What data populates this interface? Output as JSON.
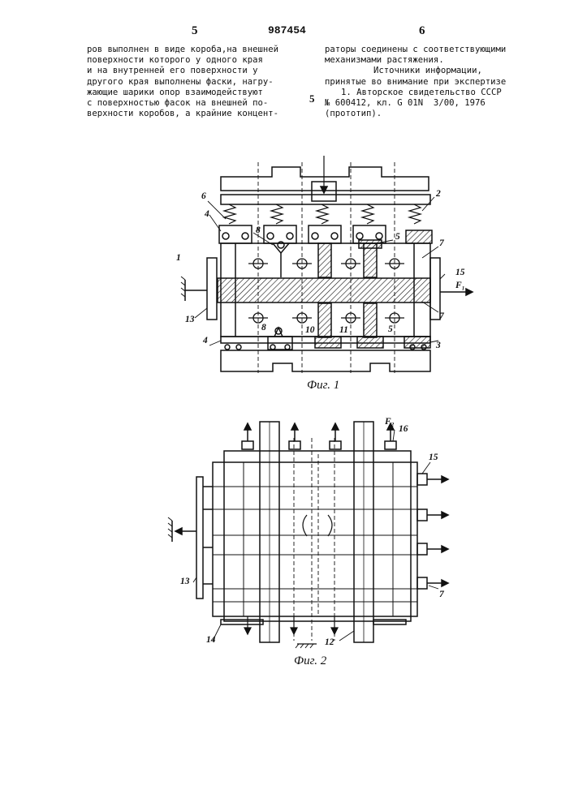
{
  "header": {
    "page_left": "5",
    "patent_number": "987454",
    "page_right": "6"
  },
  "left_column": [
    "ров выполнен в виде короба,на внешней",
    "поверхности которого у одного края",
    "и на внутренней его поверхности у",
    "другого края выполнены фаски, нагру-",
    "жающие шарики опор взаимодействуют",
    "с поверхностью фасок на внешней по-",
    "верхности коробов, а крайние концент-"
  ],
  "right_column": {
    "continuation": [
      "раторы соединены с соответствующими",
      "механизмами растяжения."
    ],
    "sources_heading": [
      "Источники информации,",
      "принятые во внимание при экспертизе"
    ],
    "reference": [
      "1. Авторское свидетельство СССР",
      "№ 600412, кл. G 01N  3/00, 1976",
      "(прототип)."
    ]
  },
  "line_number": "5",
  "figure1": {
    "caption": "Фиг. 1",
    "labels": {
      "l1": "1",
      "l2": "2",
      "l3": "3",
      "l4a": "4",
      "l4b": "4",
      "l5a": "5",
      "l5b": "5",
      "l6": "6",
      "l7a": "7",
      "l7b": "7",
      "l8a": "8",
      "l8b": "8",
      "l10": "10",
      "l11": "11",
      "l13": "13",
      "l15": "15",
      "lF1": "F₁"
    }
  },
  "figure2": {
    "caption": "Фиг. 2",
    "labels": {
      "l7": "7",
      "l12": "12",
      "l13": "13",
      "l14": "14",
      "l15": "15",
      "l16": "16",
      "lF2": "F₂"
    }
  }
}
